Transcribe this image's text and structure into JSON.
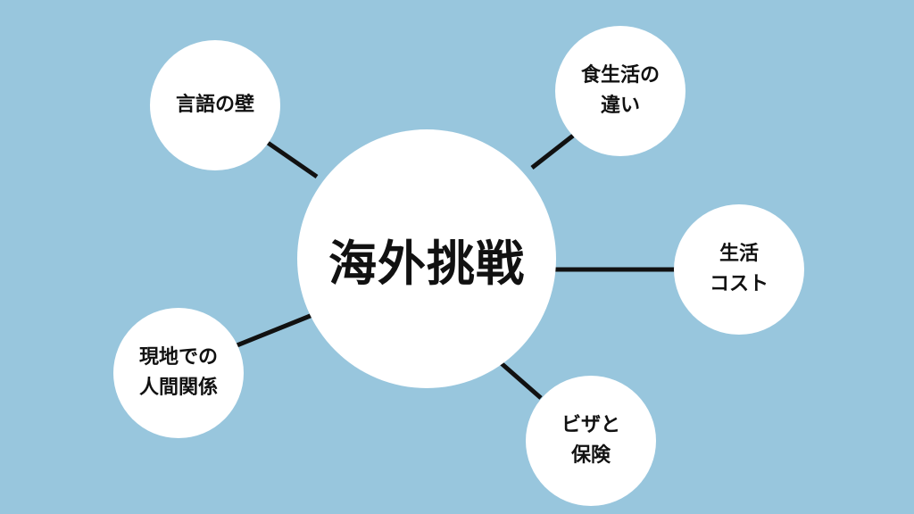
{
  "center": {
    "label": "海外挑戦"
  },
  "nodes": [
    {
      "label": "言語の壁"
    },
    {
      "label": "食生活の\n違い"
    },
    {
      "label": "生活\nコスト"
    },
    {
      "label": "現地での\n人間関係"
    },
    {
      "label": "ビザと\n保険"
    }
  ],
  "colors": {
    "background": "#98c6dd",
    "node": "#ffffff",
    "line": "#111111"
  }
}
